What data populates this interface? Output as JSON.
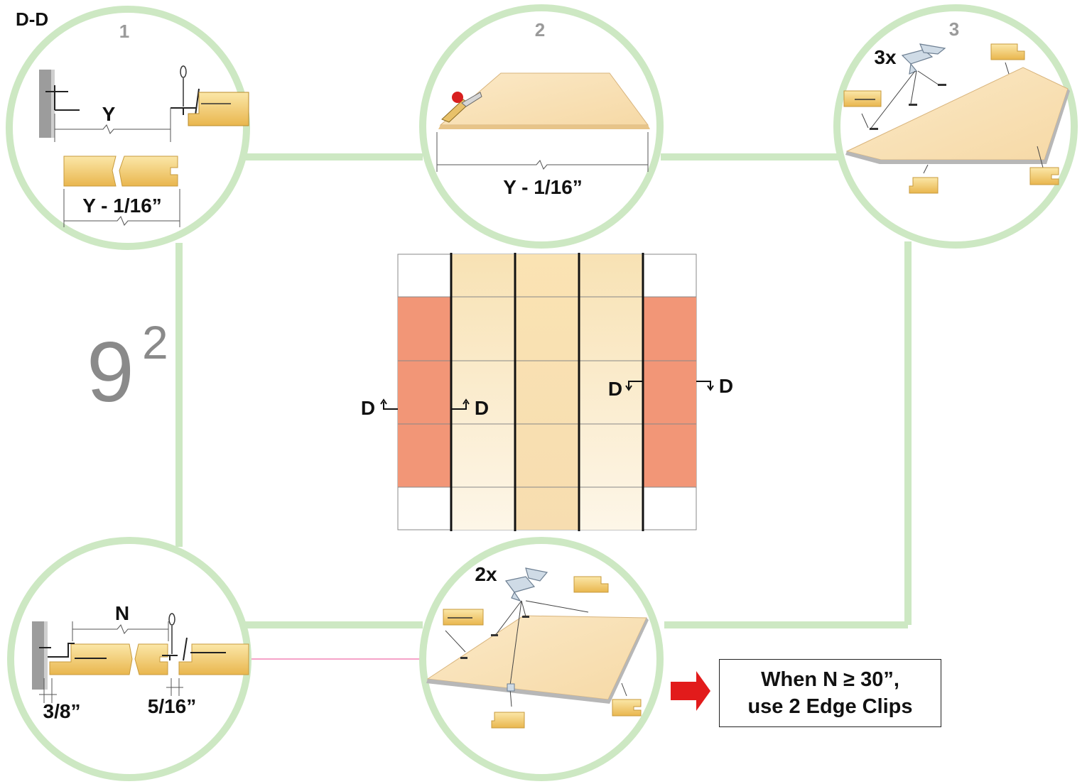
{
  "section_label": "D-D",
  "step_numbers": [
    "1",
    "2",
    "3"
  ],
  "figure_number": {
    "base": "9",
    "superscript": "2"
  },
  "step1": {
    "measure_label": "Y",
    "cut_label": "Y - 1/16”"
  },
  "step2": {
    "cut_label": "Y - 1/16”"
  },
  "step3": {
    "clip_count": "3x"
  },
  "step4": {
    "measure_label": "N",
    "gap_left": "3/8”",
    "gap_right": "5/16”"
  },
  "step5": {
    "clip_count": "2x"
  },
  "section_marks": [
    "D",
    "D",
    "D",
    "D"
  ],
  "note": {
    "line1": "When N ≥ 30”,",
    "line2": "use 2 Edge Clips"
  },
  "colors": {
    "ring": "#cde8c3",
    "panel_light": "#fdf1d8",
    "panel_mid": "#f8e2b6",
    "border_panel": "#f29677",
    "wood": "#f2cf72",
    "arrow": "#e21b1b"
  }
}
